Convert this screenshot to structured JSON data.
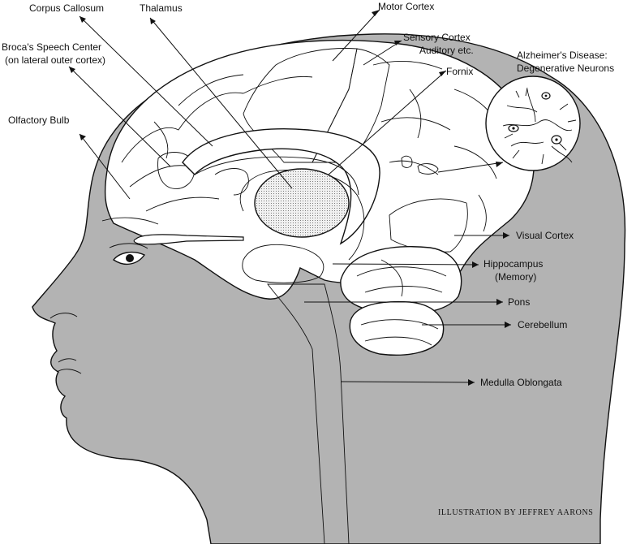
{
  "labels": {
    "corpus_callosum": "Corpus Callosum",
    "thalamus": "Thalamus",
    "motor_cortex": "Motor Cortex",
    "sensory_cortex_1": "Sensory Cortex",
    "sensory_cortex_2": "Auditory etc.",
    "brocas_1": "Broca's Speech Center",
    "brocas_2": "(on lateral outer cortex)",
    "fornix": "Fornix",
    "alzheimers_1": "Alzheimer's Disease:",
    "alzheimers_2": "Degenerative Neurons",
    "olfactory_bulb": "Olfactory Bulb",
    "visual_cortex": "Visual Cortex",
    "hippocampus_1": "Hippocampus",
    "hippocampus_2": "(Memory)",
    "pons": "Pons",
    "cerebellum": "Cerebellum",
    "medulla": "Medulla Oblongata"
  },
  "credit": "ILLUSTRATION BY JEFFREY AARONS",
  "colors": {
    "head": "#b3b3b3",
    "brain": "#ffffff",
    "ink": "#111111",
    "thalamus": "#eeeeee"
  }
}
